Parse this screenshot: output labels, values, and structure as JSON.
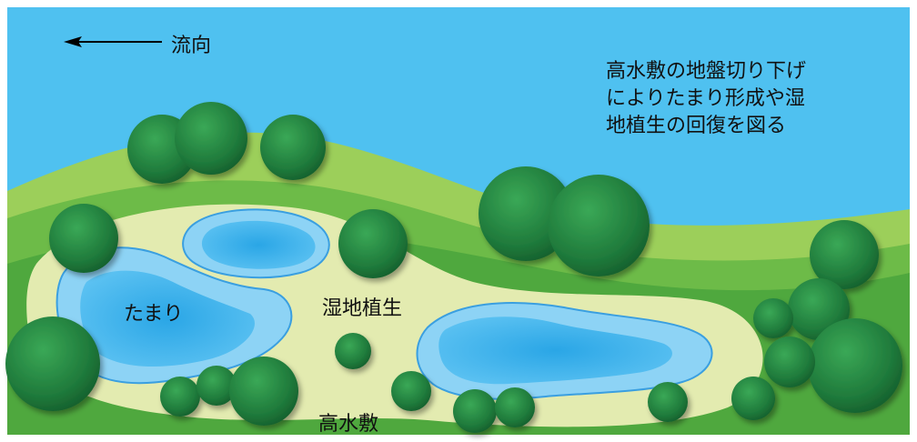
{
  "flow": {
    "label": "流向"
  },
  "note": {
    "lines": [
      "高水敷の地盤切り下げ",
      "によりたまり形成や湿",
      "地植生の回復を図る"
    ]
  },
  "labels": {
    "tamari": "たまり",
    "wetland": "湿地植生",
    "floodplain": "高水敷"
  },
  "colors": {
    "water": "#4fc1f0",
    "grass_light": "#9ccf5a",
    "grass_mid": "#5bb244",
    "grass_dark": "#3f9a3a",
    "wetland": "#e3ebb0",
    "pond_outer": "#8dd3f5",
    "pond_inner": "#3fb0ea",
    "tree_dark": "#1f7a3b",
    "tree_light": "#2f9a4c"
  }
}
